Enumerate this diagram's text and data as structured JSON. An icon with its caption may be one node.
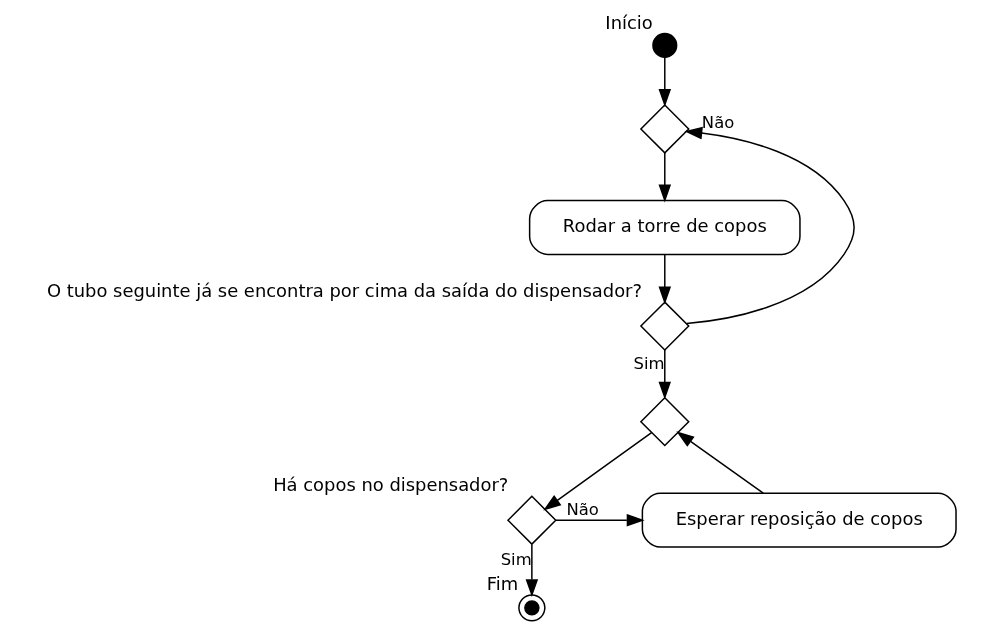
{
  "diagram": {
    "nodes": [
      {
        "text": [],
        "shape": "circle",
        "beside": [
          "Início"
        ]
      },
      {
        "text": [],
        "shape": "diamond"
      },
      {
        "text": [
          "Rodar a torre de copos"
        ]
      },
      {
        "text": [],
        "shape": "diamond",
        "beside": [
          "O tubo seguinte já se encontra por cima da saída do dispensador?"
        ]
      },
      {
        "text": [],
        "shape": "diamond"
      },
      {
        "text": [],
        "shape": "diamond",
        "beside": [
          "Há copos no dispensador?"
        ]
      },
      {
        "text": [
          "Esperar reposição de copos"
        ]
      },
      {
        "text": [],
        "shape": "circle",
        "beside": [
          "Fim"
        ]
      }
    ],
    "edges": [
      {
        "from": 0,
        "to": 1,
        "arrow": "to"
      },
      {
        "from": 1,
        "to": 2,
        "arrow": "to"
      },
      {
        "from": 2,
        "to": 3,
        "arrow": "to"
      },
      {
        "from": 3,
        "to": 1,
        "arrow": "to",
        "label": "Não"
      },
      {
        "from": 3,
        "to": 4,
        "arrow": "to",
        "label": "Sim"
      },
      {
        "from": 4,
        "to": 5,
        "arrow": "to"
      },
      {
        "from": 5,
        "to": 7,
        "arrow": "to",
        "label": "Sim"
      },
      {
        "from": 5,
        "to": 6,
        "arrow": "to",
        "label": "Não"
      },
      {
        "from": 6,
        "to": 4,
        "arrow": "to"
      }
    ]
  }
}
